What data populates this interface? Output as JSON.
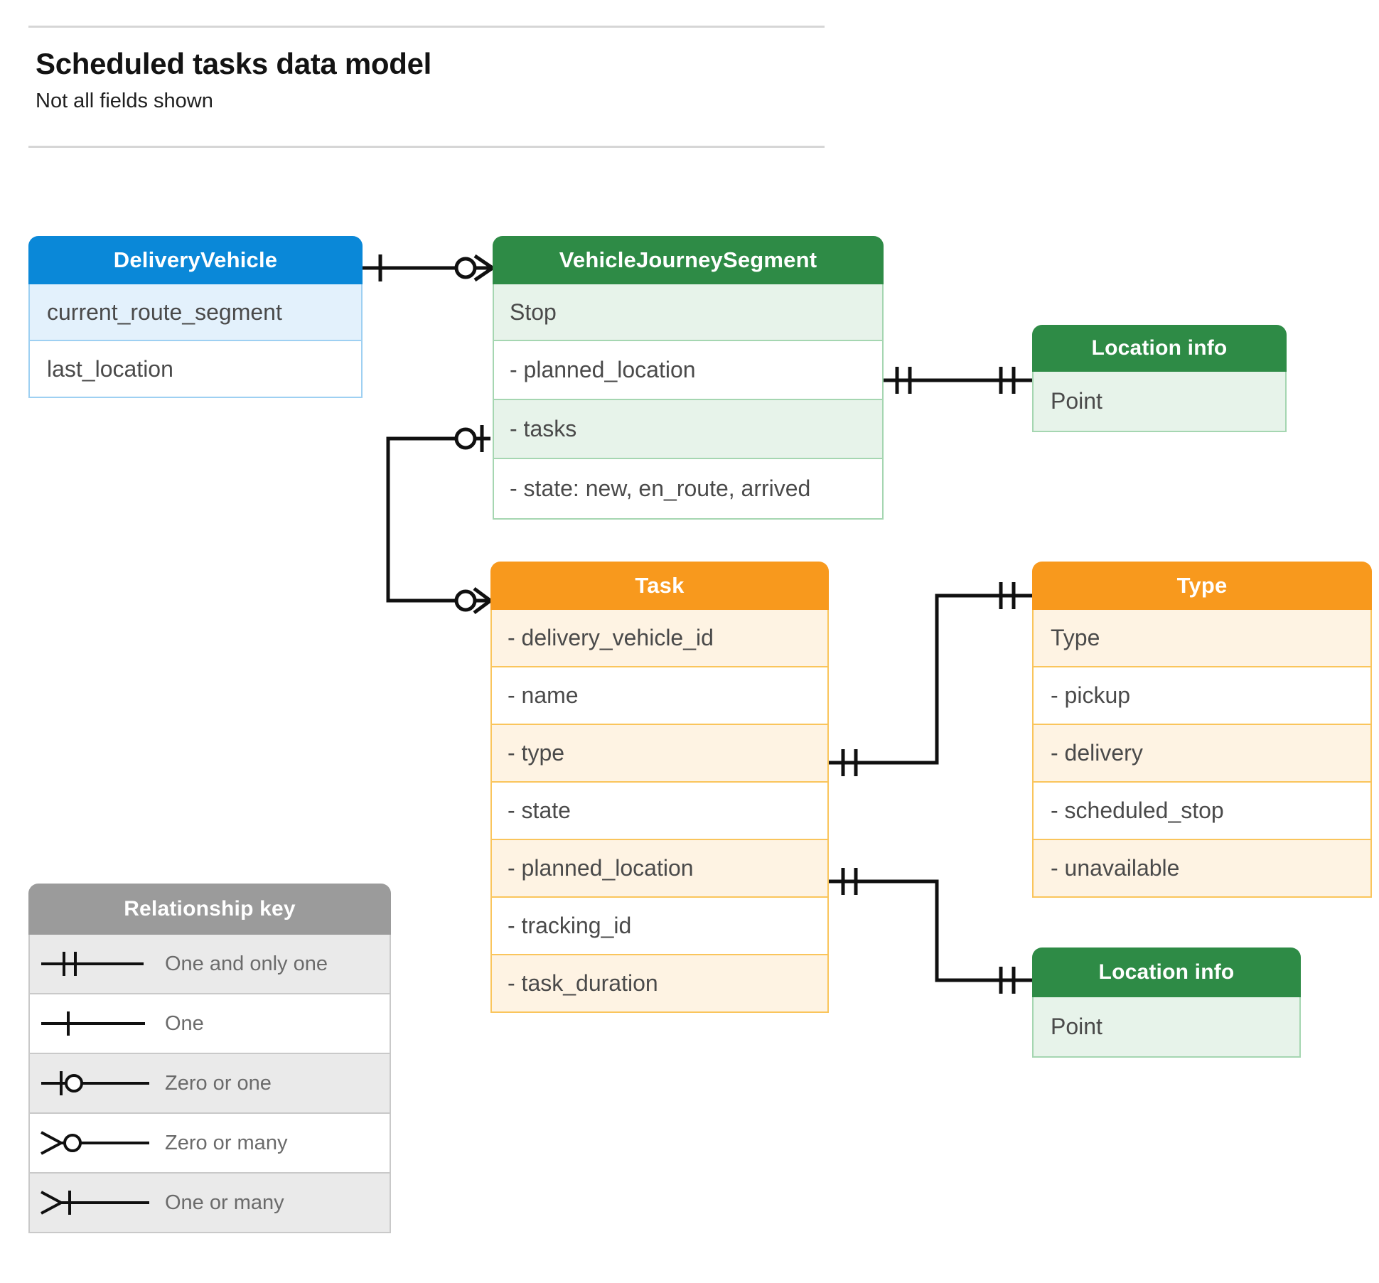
{
  "header": {
    "title": "Scheduled tasks data model",
    "subtitle": "Not all fields shown"
  },
  "entities": {
    "delivery_vehicle": {
      "title": "DeliveryVehicle",
      "color": "#0a88d8",
      "rows": [
        "current_route_segment",
        "last_location"
      ]
    },
    "vehicle_journey_segment": {
      "title": "VehicleJourneySegment",
      "color": "#2e8b46",
      "rows": [
        "Stop",
        "-  planned_location",
        "- tasks",
        "- state: new, en_route, arrived"
      ]
    },
    "location_info_top": {
      "title": "Location info",
      "color": "#2e8b46",
      "rows": [
        "Point"
      ]
    },
    "task": {
      "title": "Task",
      "color": "#f8991d",
      "rows": [
        "- delivery_vehicle_id",
        "- name",
        "- type",
        "- state",
        "- planned_location",
        "- tracking_id",
        "- task_duration"
      ]
    },
    "type": {
      "title": "Type",
      "color": "#f8991d",
      "rows": [
        "Type",
        "-   pickup",
        "-  delivery",
        "-  scheduled_stop",
        "-  unavailable"
      ]
    },
    "location_info_bottom": {
      "title": "Location info",
      "color": "#2e8b46",
      "rows": [
        "Point"
      ]
    }
  },
  "legend": {
    "title": "Relationship key",
    "items": [
      {
        "label": "One and only one",
        "glyph": "one-and-only-one-icon"
      },
      {
        "label": "One",
        "glyph": "one-icon"
      },
      {
        "label": "Zero or one",
        "glyph": "zero-or-one-icon"
      },
      {
        "label": "Zero or many",
        "glyph": "zero-or-many-icon"
      },
      {
        "label": "One or many",
        "glyph": "one-or-many-icon"
      }
    ]
  },
  "relationships": [
    {
      "from": "DeliveryVehicle",
      "to": "VehicleJourneySegment",
      "from_card": "One",
      "to_card": "Zero or many"
    },
    {
      "from": "VehicleJourneySegment.planned_location",
      "to": "Location info",
      "from_card": "One and only one",
      "to_card": "One and only one"
    },
    {
      "from": "VehicleJourneySegment.tasks",
      "to": "Task",
      "from_card": "Zero or one",
      "to_card": "Zero or many"
    },
    {
      "from": "Task.type",
      "to": "Type",
      "from_card": "One and only one",
      "to_card": "One and only one"
    },
    {
      "from": "Task.planned_location",
      "to": "Location info",
      "from_card": "One and only one",
      "to_card": "One and only one"
    }
  ],
  "colors": {
    "blue": "#0a88d8",
    "green": "#2e8b46",
    "orange": "#f8991d",
    "grey": "#9b9b9b",
    "line": "#101010",
    "text": "#4a4a4a"
  }
}
